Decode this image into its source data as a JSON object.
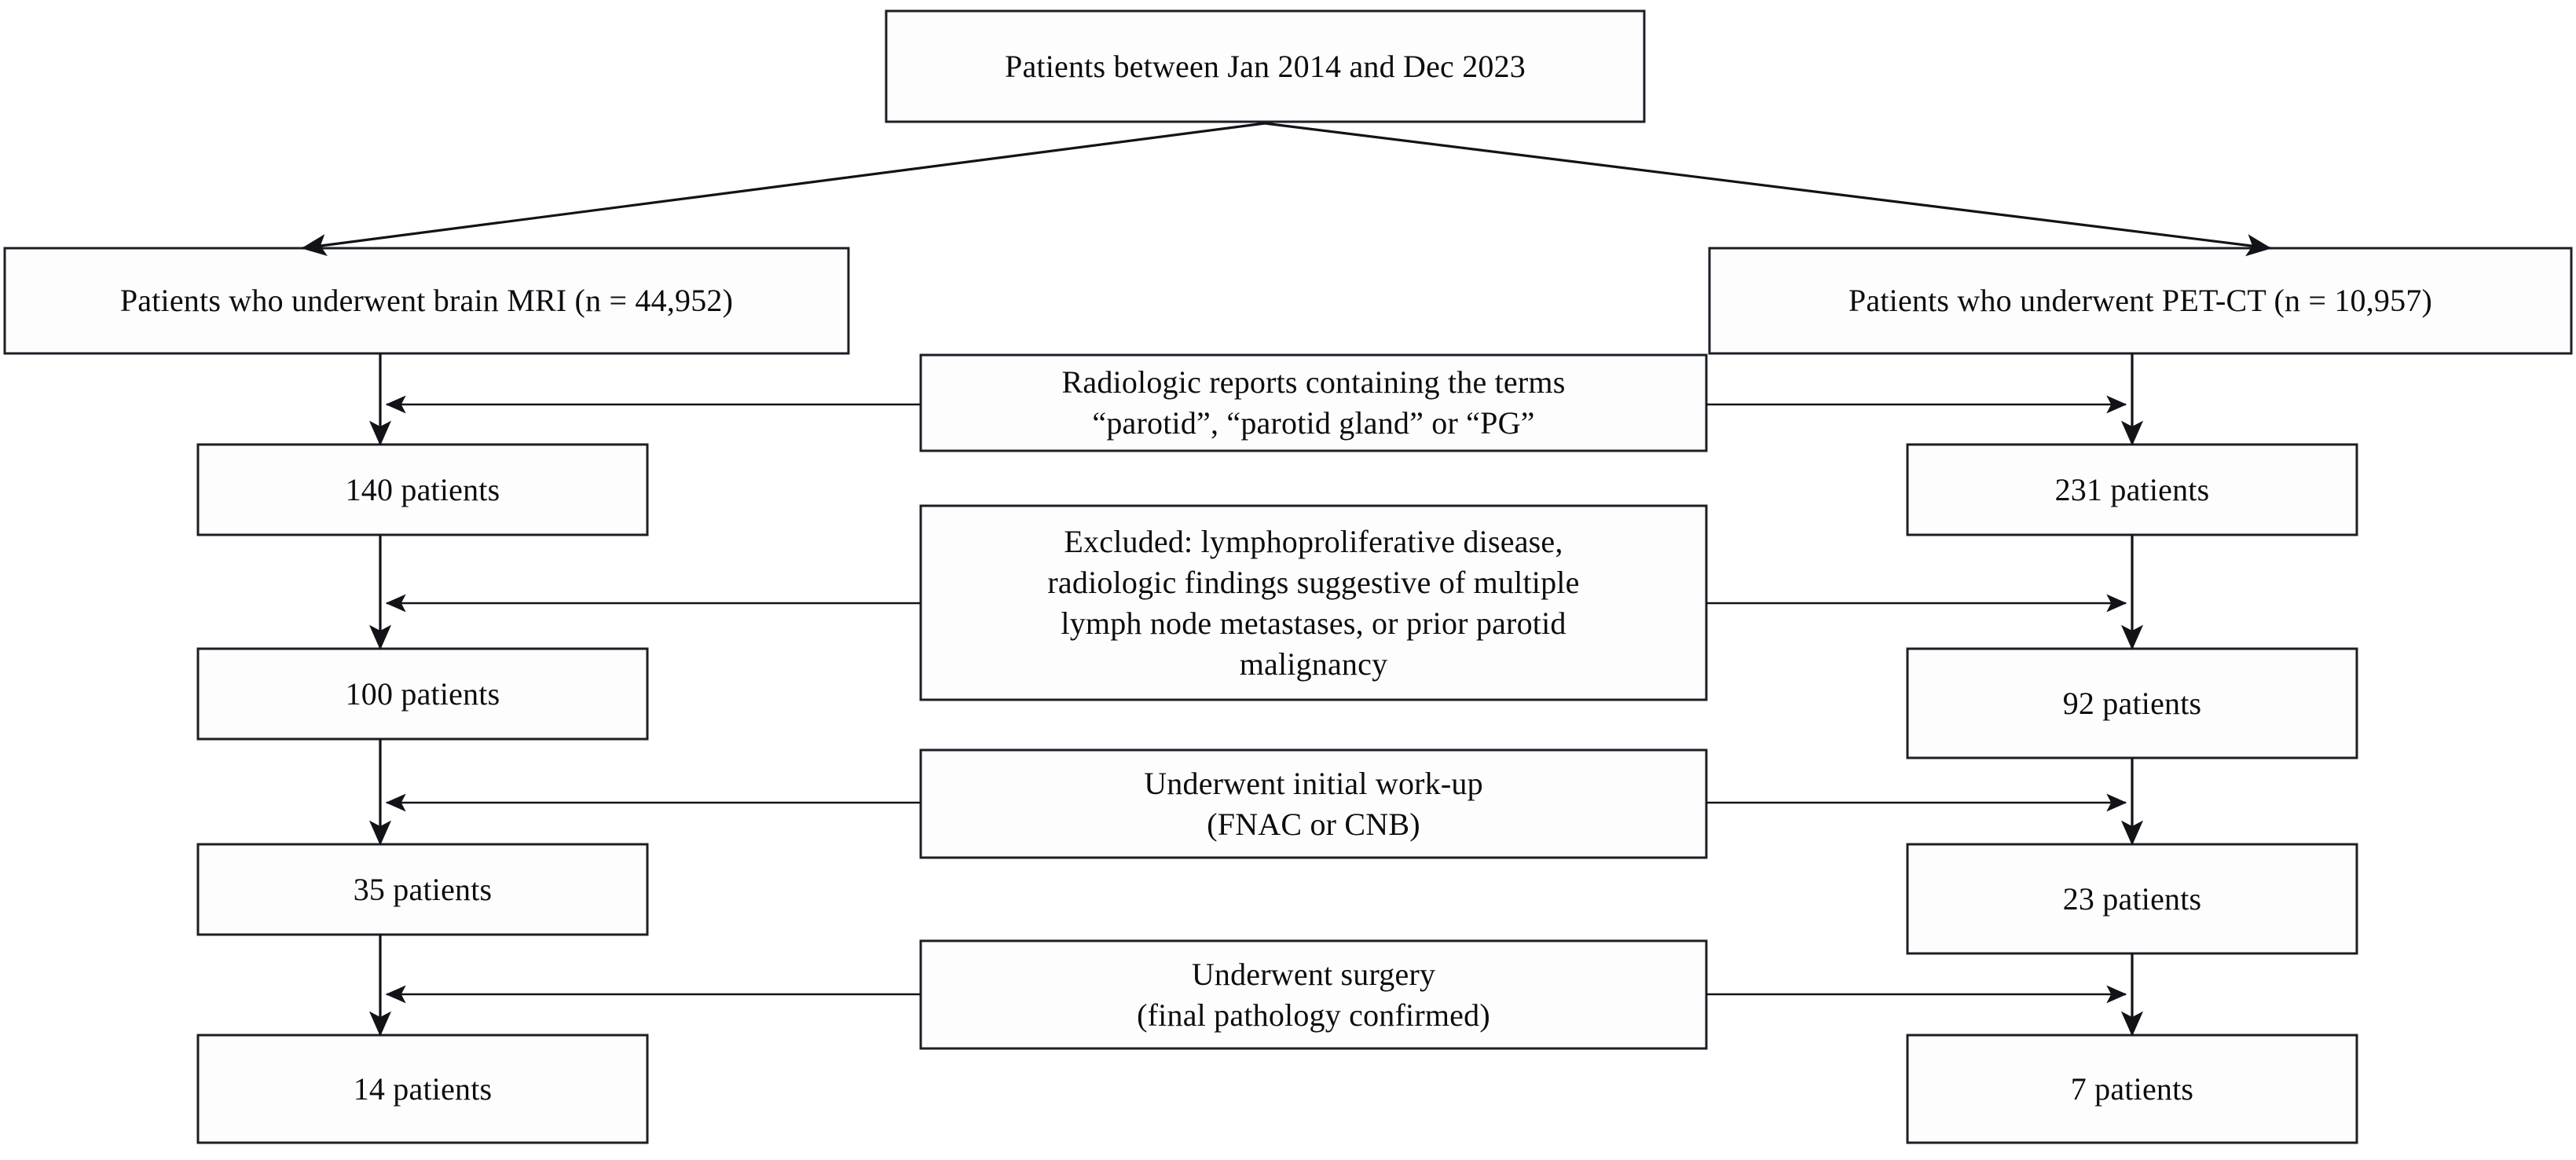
{
  "diagram": {
    "type": "patient-selection-flowchart",
    "title_box": {
      "id": "root",
      "label": "Patients between Jan 2014 and Dec 2023"
    },
    "arms": [
      {
        "id": "mri",
        "name": "brain-MRI-arm",
        "header": "Patients who underwent brain MRI (n = 44,952)",
        "modality": "brain MRI",
        "initial_n": "44,952",
        "steps": [
          {
            "id": "mri-140",
            "label": "140 patients",
            "count": 140
          },
          {
            "id": "mri-100",
            "label": "100 patients",
            "count": 100
          },
          {
            "id": "mri-35",
            "label": "35 patients",
            "count": 35
          },
          {
            "id": "mri-14",
            "label": "14 patients",
            "count": 14
          }
        ]
      },
      {
        "id": "petct",
        "name": "PET-CT-arm",
        "header": "Patients who underwent PET-CT (n = 10,957)",
        "modality": "PET-CT",
        "initial_n": "10,957",
        "steps": [
          {
            "id": "pet-231",
            "label": "231 patients",
            "count": 231
          },
          {
            "id": "pet-92",
            "label": "92 patients",
            "count": 92
          },
          {
            "id": "pet-23",
            "label": "23 patients",
            "count": 23
          },
          {
            "id": "pet-7",
            "label": "7 patients",
            "count": 7
          }
        ]
      }
    ],
    "criteria": [
      {
        "id": "crit-1",
        "name": "radiologic-reports-criterion",
        "lines": [
          "Radiologic reports containing the terms",
          "“parotid”, “parotid gland” or “PG”"
        ]
      },
      {
        "id": "crit-2",
        "name": "exclusion-criterion",
        "lines": [
          "Excluded: lymphoproliferative disease,",
          "radiologic findings suggestive of multiple",
          "lymph node metastases, or prior parotid",
          "malignancy"
        ]
      },
      {
        "id": "crit-3",
        "name": "initial-workup-criterion",
        "lines": [
          "Underwent initial work-up",
          "(FNAC or CNB)"
        ]
      },
      {
        "id": "crit-4",
        "name": "surgery-criterion",
        "lines": [
          "Underwent surgery",
          "(final pathology confirmed)"
        ]
      }
    ],
    "colors": {
      "stroke": "#1b1f26",
      "box_fill": "#fdfdfd",
      "text": "#0b0d10",
      "background": "#ffffff"
    }
  }
}
